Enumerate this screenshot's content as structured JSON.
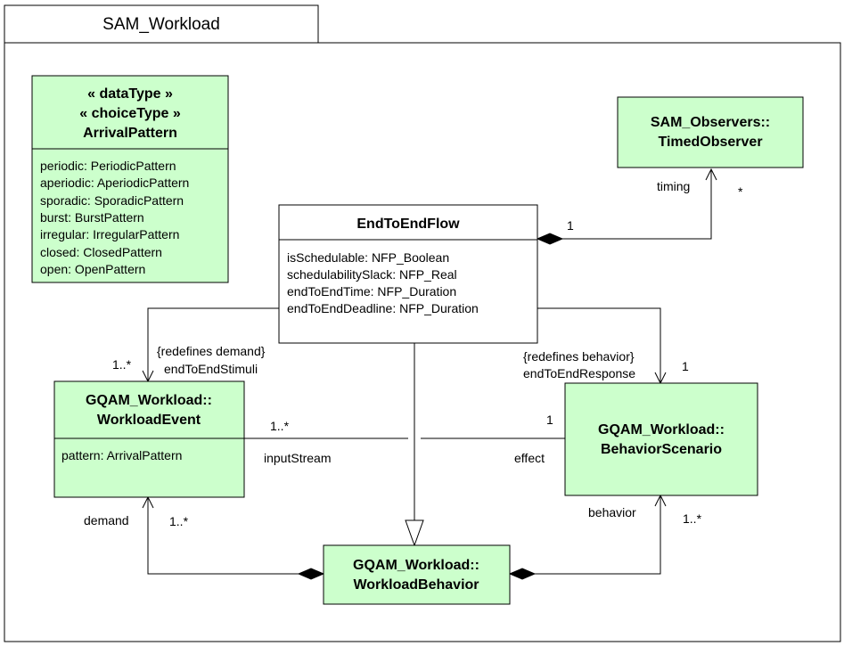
{
  "package": {
    "name": "SAM_Workload"
  },
  "classes": {
    "arrival_pattern": {
      "header": [
        "« dataType »",
        "« choiceType »",
        "ArrivalPattern"
      ],
      "attributes": [
        "periodic: PeriodicPattern",
        "aperiodic: AperiodicPattern",
        "sporadic: SporadicPattern",
        "burst: BurstPattern",
        "irregular: IrregularPattern",
        "closed: ClosedPattern",
        "open: OpenPattern"
      ]
    },
    "timed_observer": {
      "header": [
        "SAM_Observers::",
        "TimedObserver"
      ]
    },
    "end_to_end_flow": {
      "header": [
        "EndToEndFlow"
      ],
      "attributes": [
        "isSchedulable: NFP_Boolean",
        "schedulabilitySlack: NFP_Real",
        "endToEndTime: NFP_Duration",
        "endToEndDeadline: NFP_Duration"
      ]
    },
    "workload_event": {
      "header": [
        "GQAM_Workload::",
        "WorkloadEvent"
      ],
      "attributes": [
        "pattern: ArrivalPattern"
      ]
    },
    "behavior_scenario": {
      "header": [
        "GQAM_Workload::",
        "BehaviorScenario"
      ]
    },
    "workload_behavior": {
      "header": [
        "GQAM_Workload::",
        "WorkloadBehavior"
      ]
    }
  },
  "labels": {
    "timing": "timing",
    "timing_mult": "*",
    "flow_observer_mult": "1",
    "redefines_demand": "{redefines demand}",
    "end_to_end_stimuli": "endToEndStimuli",
    "stimuli_mult": "1..*",
    "redefines_behavior": "{redefines behavior}",
    "end_to_end_response": "endToEndResponse",
    "response_mult": "1",
    "input_stream_mult": "1..*",
    "input_stream": "inputStream",
    "effect_mult": "1",
    "effect": "effect",
    "demand": "demand",
    "demand_mult": "1..*",
    "behavior": "behavior",
    "behavior_mult": "1..*"
  },
  "colors": {
    "class_fill": "#ccffcc",
    "stroke": "#000000",
    "background": "#ffffff"
  }
}
